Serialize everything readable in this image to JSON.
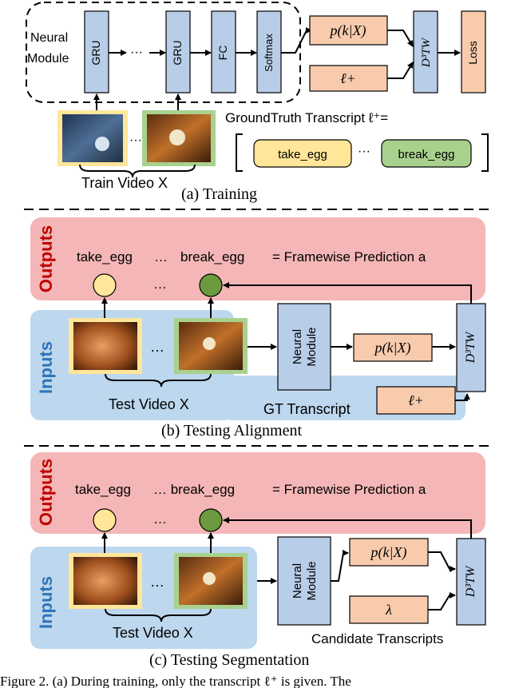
{
  "training": {
    "neural_module_label_line1": "Neural",
    "neural_module_label_line2": "Module",
    "gru_label": "GRU",
    "ellipsis": "···",
    "fc_label": "FC",
    "softmax_label": "Softmax",
    "prob_label": "p(k|X)",
    "ell_plus_label": "ℓ+",
    "d3tw_label": "D³TW",
    "loss_label": "Loss",
    "gt_transcript_label": "GroundTruth Transcript ℓ⁺=",
    "take_egg": "take_egg",
    "break_egg": "break_egg",
    "train_video_label": "Train Video X",
    "caption": "(a) Training"
  },
  "alignment": {
    "outputs_label": "Outputs",
    "inputs_label": "Inputs",
    "take_egg": "take_egg",
    "break_egg": "break_egg",
    "framewise_label": "= Framewise Prediction a",
    "ellipsis": "…",
    "neural_module_line1": "Neural",
    "neural_module_line2": "Module",
    "prob_label": "p(k|X)",
    "ell_plus_label": "ℓ+",
    "d3tw_label": "D³TW",
    "test_video_label": "Test Video X",
    "gt_transcript_label": "GT Transcript",
    "caption": "(b) Testing Alignment"
  },
  "segmentation": {
    "outputs_label": "Outputs",
    "inputs_label": "Inputs",
    "take_egg": "take_egg",
    "break_egg": "… break_egg",
    "framewise_label": "= Framewise Prediction a",
    "ellipsis": "…",
    "neural_module_line1": "Neural",
    "neural_module_line2": "Module",
    "prob_label": "p(k|X)",
    "lambda_label": "λ",
    "d3tw_label": "D³TW",
    "test_video_label": "Test Video X",
    "candidate_label": "Candidate Transcripts",
    "caption": "(c) Testing Segmentation"
  },
  "figure_caption": "Figure 2. (a) During training, only the transcript ℓ⁺ is given. The",
  "colors": {
    "blue_box": "#b8cde8",
    "orange_box": "#f8cbad",
    "yellow": "#ffe699",
    "green": "#a9d18e",
    "dark_green": "#6b9a3f",
    "outputs_band": "#f4b6b6",
    "inputs_band": "#bdd7ee",
    "red_text": "#c00000",
    "blue_text": "#2e75b6"
  }
}
